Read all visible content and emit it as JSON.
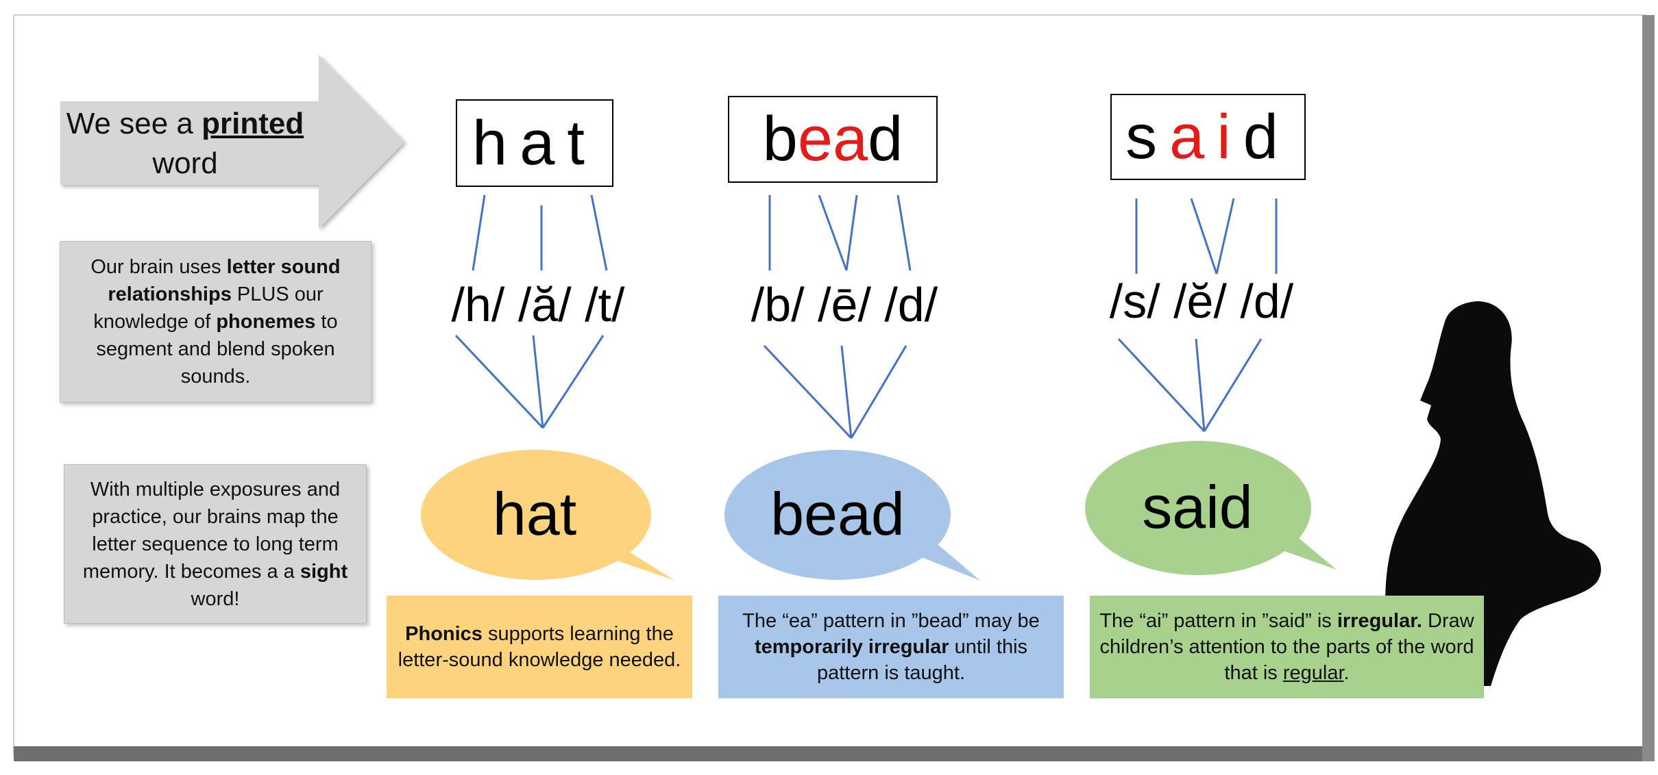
{
  "arrow_box": {
    "line1_prefix": "We see a ",
    "line1_emph": "printed",
    "line2": "word"
  },
  "box_brain": {
    "part1": "Our brain uses ",
    "bold1": "letter sound relationships",
    "part2": " PLUS our knowledge of ",
    "bold2": "phonemes",
    "part3": " to segment and blend spoken sounds."
  },
  "box_memory": {
    "part1": "With multiple exposures and practice, our brains map the letter sequence to long term memory.  It becomes a a ",
    "bold1": "sight",
    "part2": " word!"
  },
  "words": [
    {
      "letters": [
        {
          "ch": "h",
          "red": false
        },
        {
          "ch": "a",
          "red": false
        },
        {
          "ch": "t",
          "red": false
        }
      ],
      "phonemes": "/h/ /ă/ /t/",
      "spoken": "hat",
      "bubble_color": "#fdd47d",
      "note_color": "#fdd47d"
    },
    {
      "letters": [
        {
          "ch": "b",
          "red": false
        },
        {
          "ch": "e",
          "red": true
        },
        {
          "ch": "a",
          "red": true
        },
        {
          "ch": "d",
          "red": false
        }
      ],
      "phonemes": "/b/ /ē/ /d/",
      "spoken": "bead",
      "bubble_color": "#a8c5ea",
      "note_color": "#a8c5ea"
    },
    {
      "letters": [
        {
          "ch": "s",
          "red": false
        },
        {
          "ch": "a",
          "red": true
        },
        {
          "ch": "i",
          "red": true
        },
        {
          "ch": "d",
          "red": false
        }
      ],
      "phonemes": "/s/ /ĕ/ /d/",
      "spoken": "said",
      "bubble_color": "#a9d18e",
      "note_color": "#a9d18e"
    }
  ],
  "note_hat": {
    "bold1": "Phonics",
    "part1": " supports learning the letter-sound knowledge needed."
  },
  "note_bead": {
    "part1": "The “ea” pattern in ”bead” may be ",
    "bold1": "temporarily  irregular",
    "part2": " until this pattern is taught."
  },
  "note_said": {
    "part1": "The “ai” pattern in ”said” is ",
    "bold1": "irregular.",
    "part2": " Draw children’s attention to the parts of the word that is ",
    "under1": "regular",
    "part3": "."
  },
  "colors": {
    "line": "#4472c4",
    "red": "#e41b17",
    "gray": "#d6d6d6",
    "silhouette": "#0b0b0b"
  },
  "icons": {
    "silhouette": "woman-silhouette-icon",
    "arrow": "right-arrow-shape"
  }
}
